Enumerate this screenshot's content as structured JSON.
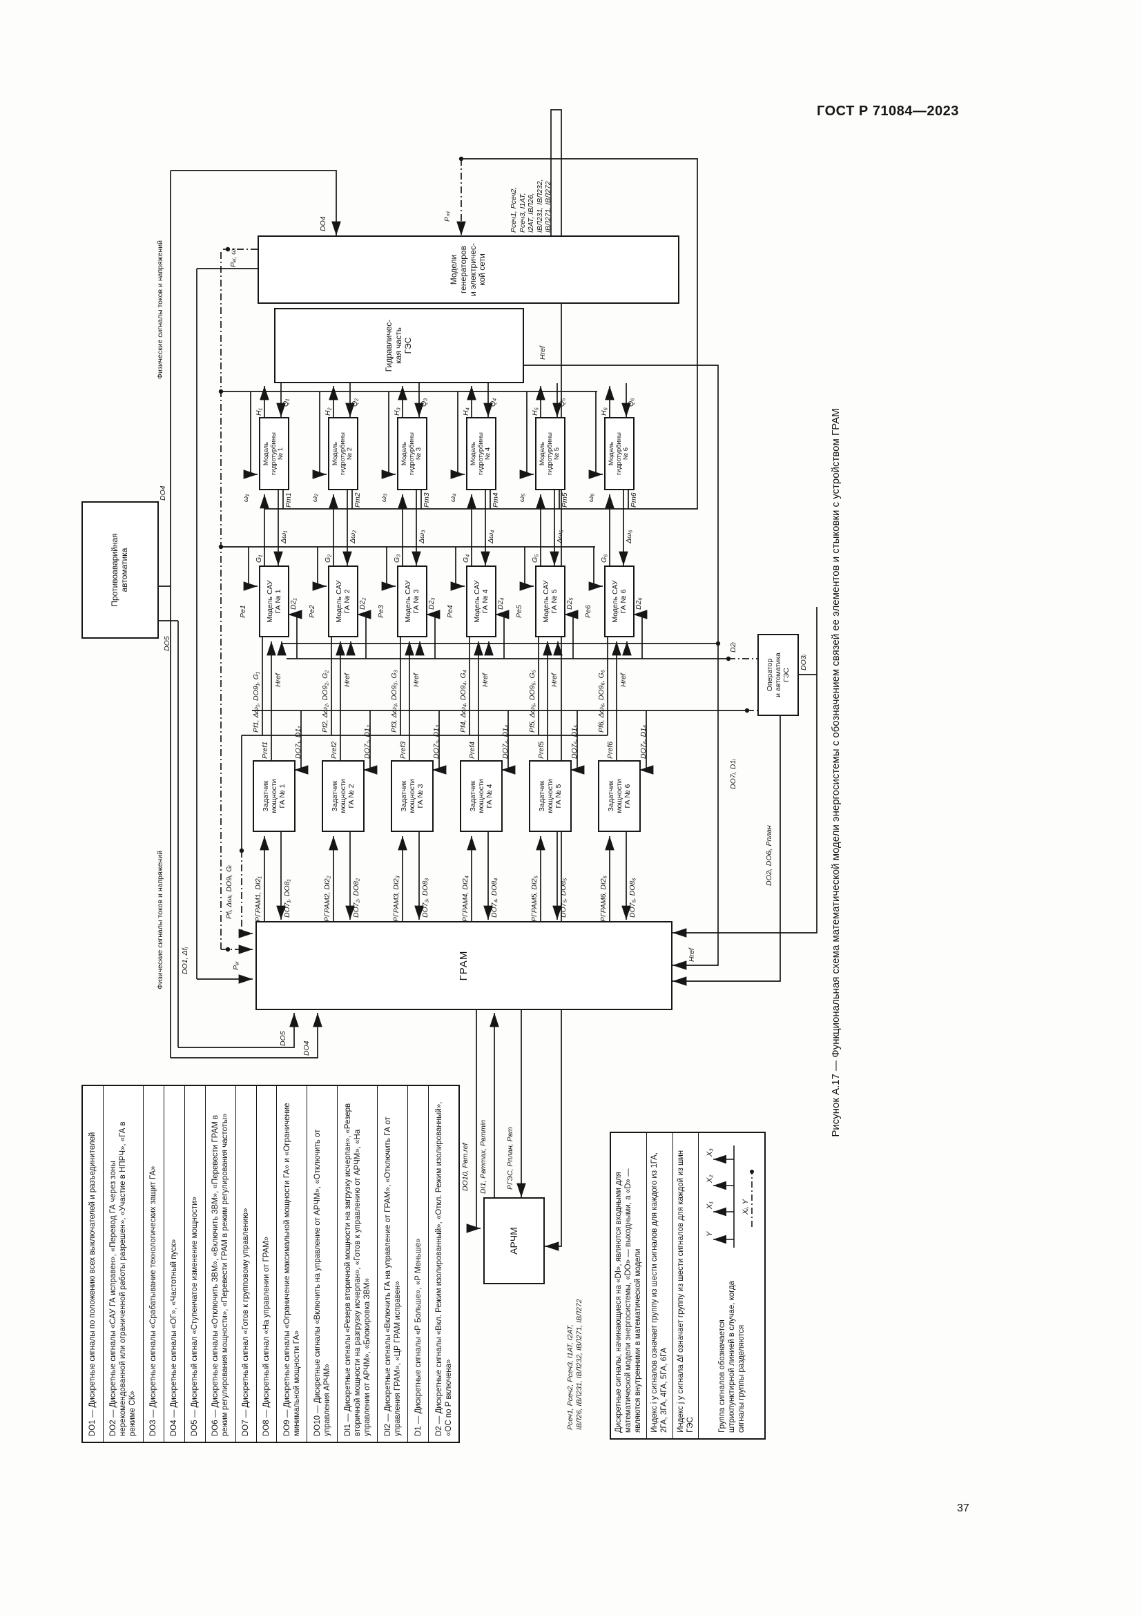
{
  "page": {
    "header": "ГОСТ Р 71084—2023",
    "number": "37"
  },
  "caption": "Рисунок А.17 — Функциональная схема математической модели энергосистемы с обозначением связей ее элементов и стыковки с устройством ГРАМ",
  "boxes": {
    "generators": "Модели\nгенераторов\nи электричес-\nкой сети",
    "hydraulic": "Гидравличес-\nкая часть\nГЭС",
    "emergency": "Противоаварийная\nавтоматика",
    "gram": "ГРАМ",
    "archm": "АРЧМ",
    "operator": "Оператор\nи автоматика\nГЭС"
  },
  "signal_labels": {
    "fiz_left": "Физические сигналы токов и напряжений",
    "fiz_right": "Физические сигналы токов и напряжений",
    "do4_pa": "DO4",
    "do5_pa": "DO5",
    "do4_gen": "DO4",
    "do4_gram": "DO4",
    "do5_gram": "DO5",
    "do1_bus": "DO1, Δfⱼ",
    "pei_bus": "Pₑᵢ, ωᵢ",
    "pei_gram": "Pₑᵢ",
    "pfi_gram": "Pfᵢ, Δωᵢ, DO9ᵢ, Gᵢ",
    "pmi": "Pₘᵢ",
    "href_src": "Href",
    "href_gram": "Href",
    "di1_line": "DI1, Pвтmax, Pвтmin",
    "pges_line": "PГЭС, Pплан, Pвт",
    "do10_line": "DO10, Pвт.ref",
    "do2_line": "DO2ᵢ, DO6ᵢ, Pплан",
    "do3_line": "DO3ᵢ",
    "d2i": "D2ᵢ",
    "do7i": "DO7ᵢ, D1ᵢ",
    "psech_gen": "Pсеч1, Pсеч2,\nPсеч3, I1АТ,\nI2АТ, IВЛ26,\nIВЛ231, IВЛ232,\nIВЛ271, IВЛ272",
    "psech_archm": "Pсеч1, Pсеч2, Pсеч3, I1АТ, I2АТ,\nIВЛ26, IВЛ231, IВЛ232, IВЛ271, IВЛ272"
  },
  "units": [
    {
      "n": 1,
      "turbine": "Модель\nгидротурбины\n№ 1",
      "sau": "Модель САУ\nГА № 1",
      "setter": "Задатчик\nмощности\nГА № 1",
      "pgram": "PГРАМ1, DI2₁",
      "do78": "DO7₁, DO8₁",
      "do7d1": "DO7₁, D1₁",
      "pref": "Pref1",
      "href": "Href",
      "pf": "Pf1, Δω₁, DO9₁, G₁",
      "d2": "D2₁",
      "pe": "Pe1",
      "g": "G₁",
      "dw": "Δω₁",
      "pm": "Pm1",
      "om": "ω₁",
      "h": "H₁",
      "q": "Q₁"
    },
    {
      "n": 2,
      "turbine": "Модель\nгидротурбины\n№ 2",
      "sau": "Модель САУ\nГА № 2",
      "setter": "Задатчик\nмощности\nГА № 2",
      "pgram": "PГРАМ2, DI2₂",
      "do78": "DO7₂, DO8₂",
      "do7d1": "DO7₂, D1₂",
      "pref": "Pref2",
      "href": "Href",
      "pf": "Pf2, Δω₂, DO9₂, G₂",
      "d2": "D2₂",
      "pe": "Pe2",
      "g": "G₂",
      "dw": "Δω₂",
      "pm": "Pm2",
      "om": "ω₂",
      "h": "H₂",
      "q": "Q₂"
    },
    {
      "n": 3,
      "turbine": "Модель\nгидротурбины\n№ 3",
      "sau": "Модель САУ\nГА № 3",
      "setter": "Задатчик\nмощности\nГА № 3",
      "pgram": "PГРАМ3, DI2₃",
      "do78": "DO7₃, DO8₃",
      "do7d1": "DO7₃, D1₃",
      "pref": "Pref3",
      "href": "Href",
      "pf": "Pf3, Δω₃, DO9₃, G₃",
      "d2": "D2₃",
      "pe": "Pe3",
      "g": "G₃",
      "dw": "Δω₃",
      "pm": "Pm3",
      "om": "ω₃",
      "h": "H₃",
      "q": "Q₃"
    },
    {
      "n": 4,
      "turbine": "Модель\nгидротурбины\n№ 4",
      "sau": "Модель САУ\nГА № 4",
      "setter": "Задатчик\nмощности\nГА № 4",
      "pgram": "PГРАМ4, DI2₄",
      "do78": "DO7₄, DO8₄",
      "do7d1": "DO7₄, D1₄",
      "pref": "Pref4",
      "href": "Href",
      "pf": "Pf4, Δω₄, DO9₄, G₄",
      "d2": "D2₄",
      "pe": "Pe4",
      "g": "G₄",
      "dw": "Δω₄",
      "pm": "Pm4",
      "om": "ω₄",
      "h": "H₄",
      "q": "Q₄"
    },
    {
      "n": 5,
      "turbine": "Модель\nгидротурбины\n№ 5",
      "sau": "Модель САУ\nГА № 5",
      "setter": "Задатчик\nмощности\nГА № 5",
      "pgram": "PГРАМ5, DI2₅",
      "do78": "DO7₅, DO8₅",
      "do7d1": "DO7₅, D1₅",
      "pref": "Pref5",
      "href": "Href",
      "pf": "Pf5, Δω₅, DO9₅, G₅",
      "d2": "D2₅",
      "pe": "Pe5",
      "g": "G₅",
      "dw": "Δω₅",
      "pm": "Pm5",
      "om": "ω₅",
      "h": "H₅",
      "q": "Q₅"
    },
    {
      "n": 6,
      "turbine": "Модель\nгидротурбины\n№ 6",
      "sau": "Модель САУ\nГА № 6",
      "setter": "Задатчик\nмощности\nГА № 6",
      "pgram": "PГРАМ6, DI2₆",
      "do78": "DO7₆, DO8₆",
      "do7d1": "DO7₆, D1₆",
      "pref": "Pref6",
      "href": "Href",
      "pf": "Pf6, Δω₆, DO9₆, G₆",
      "d2": "D2₆",
      "pe": "Pe6",
      "g": "G₆",
      "dw": "Δω₆",
      "pm": "Pm6",
      "om": "ω₆",
      "h": "H₆",
      "q": "Q₆"
    }
  ],
  "legend": [
    {
      "text": "DO1 — Дискретные сигналы по положению всех выключателей и разъединителей"
    },
    {
      "text": "DO2 — Дискретные сигналы «САУ ГА исправен», «Перевод ГА через зоны нерекомендованной или ограниченной работы разрешен», «Участие в НПРЧ», «ГА в режиме СК»"
    },
    {
      "text": "DO3 — Дискретные сигналы «Срабатывание технологических защит ГА»"
    },
    {
      "text": "DO4 — Дискретные сигналы «ОГ», «Частотный пуск»"
    },
    {
      "text": "DO5 — Дискретный сигнал «Ступенчатое изменение мощности»"
    },
    {
      "text": "DO6 — Дискретные сигналы «Отключить ЗВМ», «Включить ЗВМ», «Перевести ГРАМ в режим регулирования мощности», «Перевести ГРАМ в режим регулирования частоты»"
    },
    {
      "text": "DO7 — Дискретный сигнал «Готов к групповому управлению»"
    },
    {
      "text": "DO8 — Дискретный сигнал «На управлении от ГРАМ»"
    },
    {
      "text": "DO9 — Дискретные сигналы «Ограничение максимальной мощности ГА» и «Ограничение минимальной мощности ГА»"
    },
    {
      "text": "DO10 — Дискретные сигналы «Включить на управление от АРЧМ», «Отключить от управления АРЧМ»"
    },
    {
      "text": "DI1 — Дискретные сигналы «Резерв вторичной мощности на загрузку исчерпан», «Резерв вторичной мощности на разгрузку исчерпан», «Готов к управлению от АРЧМ», «На управлении от АРЧМ», «Блокировка ЗВМ»"
    },
    {
      "text": "DI2 — Дискретные сигналы «Включить ГА на управление от ГРАМ», «Отключить ГА от управления ГРАМ», «ЦР ГРАМ исправен»"
    },
    {
      "text": "D1 — Дискретные сигналы «Р Больше», «Р Меньше»"
    },
    {
      "text": "D2 — Дискретные сигналы «Вкл. Режим изолированный», «Откл. Режим изолированный», «ОС по Р включена»"
    }
  ],
  "notes": {
    "n1": "Дискретные сигналы, начинающиеся на «DI», являются входными для математической модели энергосистемы, «DO» — выходными, а «D» — являются внутренними в математической модели",
    "n2": "Индекс i у сигналов означает группу из шести сигналов для каждого из 1ГА, 2ГА, 3ГА, 4ГА, 5ГА, 6ГА",
    "n3": "Индекс j у сигнала Δf означает группу из шести сигналов для каждой из шин ГЭС",
    "n4": "Группа сигналов обозначается штрихпунктирной линией в случае, когда сигналы группы разделяются",
    "illu": {
      "y": "Y",
      "x1": "X₁",
      "x2": "X₂",
      "x3": "X₃",
      "group": "Xᵢ, Y"
    }
  }
}
